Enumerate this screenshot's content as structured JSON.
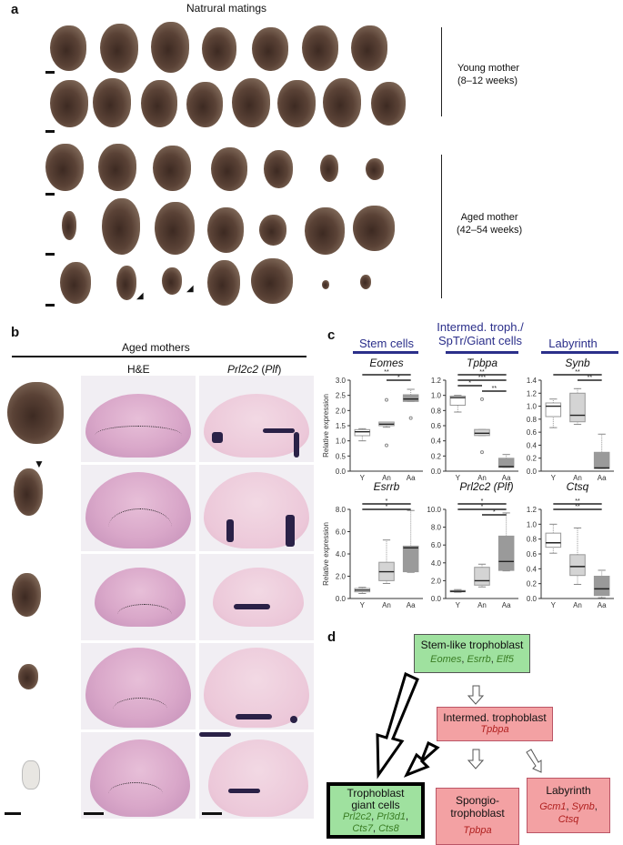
{
  "panel_a": {
    "label": "a",
    "title": "Natrural matings",
    "groups": [
      {
        "label_line1": "Young mother",
        "label_line2": "(8–12 weeks)",
        "rows": 2,
        "counts": [
          7,
          8
        ]
      },
      {
        "label_line1": "Aged mother",
        "label_line2": "(42–54 weeks)",
        "rows": 3,
        "counts": [
          7,
          7,
          7
        ]
      }
    ]
  },
  "panel_b": {
    "label": "b",
    "title": "Aged mothers",
    "col_he": "H&E",
    "col_isc_gene": "Prl2c2",
    "col_isc_alias": "Plf",
    "rows": 5
  },
  "panel_c": {
    "label": "c",
    "headers": [
      "Stem cells",
      "Intermed. troph./",
      "SpTr/Giant cells",
      "Labyrinth"
    ],
    "ylabel": "Relative expression",
    "groups": [
      "Y",
      "An",
      "Aa"
    ]
  },
  "panel_d": {
    "label": "d",
    "stem": {
      "title": "Stem-like trophoblast",
      "genes": [
        "Eomes",
        "Esrrb",
        "Elf5"
      ]
    },
    "intermed": {
      "title": "Intermed. trophoblast",
      "genes": [
        "Tpbpa"
      ]
    },
    "giant": {
      "title_line1": "Trophoblast",
      "title_line2": "giant cells",
      "genes_line1": [
        "Prl2c2",
        "Prl3d1"
      ],
      "genes_line2": [
        "Cts7",
        "Cts8"
      ]
    },
    "spongio": {
      "title_line1": "Spongio-",
      "title_line2": "trophoblast",
      "genes": [
        "Tpbpa"
      ]
    },
    "labyrinth": {
      "title": "Labyrinth",
      "genes_line1": [
        "Gcm1",
        "Synb"
      ],
      "genes_line2": [
        "Ctsq"
      ]
    }
  },
  "chart_data": [
    {
      "type": "box",
      "title": "Eomes",
      "group_header": "Stem cells",
      "categories": [
        "Y",
        "An",
        "Aa"
      ],
      "ylabel": "Relative expression",
      "ylim": [
        0,
        3.0
      ],
      "yticks": [
        "0.0",
        "0.5",
        "1.0",
        "1.5",
        "2.0",
        "2.5",
        "3.0"
      ],
      "series": [
        {
          "name": "Y",
          "min": 1.0,
          "q1": 1.17,
          "median": 1.3,
          "q3": 1.37,
          "max": 1.4,
          "outliers": []
        },
        {
          "name": "An",
          "min": 1.45,
          "q1": 1.5,
          "median": 1.55,
          "q3": 1.62,
          "max": 1.62,
          "outliers": [
            0.85,
            2.35
          ]
        },
        {
          "name": "Aa",
          "min": 2.3,
          "q1": 2.3,
          "median": 2.38,
          "q3": 2.52,
          "max": 2.7,
          "outliers": [
            1.75
          ]
        }
      ],
      "significance": [
        [
          "Y",
          "Aa",
          "**"
        ],
        [
          "An",
          "Aa",
          "*"
        ]
      ]
    },
    {
      "type": "box",
      "title": "Tpbpa",
      "group_header": "Intermed. troph./SpTr/Giant cells",
      "categories": [
        "Y",
        "An",
        "Aa"
      ],
      "ylim": [
        0,
        1.2
      ],
      "yticks": [
        "0.0",
        "0.2",
        "0.4",
        "0.6",
        "0.8",
        "1.0",
        "1.2"
      ],
      "series": [
        {
          "name": "Y",
          "min": 0.78,
          "q1": 0.87,
          "median": 0.97,
          "q3": 0.99,
          "max": 1.0,
          "outliers": []
        },
        {
          "name": "An",
          "min": 0.47,
          "q1": 0.47,
          "median": 0.5,
          "q3": 0.55,
          "max": 0.55,
          "outliers": [
            0.25,
            0.95
          ]
        },
        {
          "name": "Aa",
          "min": 0.05,
          "q1": 0.05,
          "median": 0.06,
          "q3": 0.17,
          "max": 0.22,
          "outliers": []
        }
      ],
      "significance": [
        [
          "Y",
          "Aa",
          "**"
        ],
        [
          "Y",
          "Aa",
          "***"
        ],
        [
          "Y",
          "An",
          "*"
        ],
        [
          "An",
          "Aa",
          "**"
        ]
      ]
    },
    {
      "type": "box",
      "title": "Synb",
      "group_header": "Labyrinth",
      "categories": [
        "Y",
        "An",
        "Aa"
      ],
      "ylim": [
        0,
        1.4
      ],
      "yticks": [
        "0.0",
        "0.2",
        "0.4",
        "0.6",
        "0.8",
        "1.0",
        "1.2",
        "1.4"
      ],
      "series": [
        {
          "name": "Y",
          "min": 0.67,
          "q1": 0.84,
          "median": 1.0,
          "q3": 1.05,
          "max": 1.11,
          "outliers": []
        },
        {
          "name": "An",
          "min": 0.72,
          "q1": 0.76,
          "median": 0.86,
          "q3": 1.2,
          "max": 1.27,
          "outliers": []
        },
        {
          "name": "Aa",
          "min": 0.04,
          "q1": 0.04,
          "median": 0.05,
          "q3": 0.29,
          "max": 0.57,
          "outliers": []
        }
      ],
      "significance": [
        [
          "Y",
          "Aa",
          "**"
        ],
        [
          "An",
          "Aa",
          "**"
        ]
      ]
    },
    {
      "type": "box",
      "title": "Esrrb",
      "categories": [
        "Y",
        "An",
        "Aa"
      ],
      "ylabel": "Relative expression",
      "ylim": [
        0,
        8.0
      ],
      "yticks": [
        "0.0",
        "2.0",
        "4.0",
        "6.0",
        "8.0"
      ],
      "series": [
        {
          "name": "Y",
          "min": 0.45,
          "q1": 0.6,
          "median": 0.75,
          "q3": 0.9,
          "max": 1.0,
          "outliers": []
        },
        {
          "name": "An",
          "min": 1.35,
          "q1": 1.6,
          "median": 2.4,
          "q3": 3.25,
          "max": 5.25,
          "outliers": []
        },
        {
          "name": "Aa",
          "min": 2.35,
          "q1": 2.4,
          "median": 4.55,
          "q3": 4.7,
          "max": 7.9,
          "outliers": []
        }
      ],
      "significance": [
        [
          "Y",
          "Aa",
          "*"
        ],
        [
          "Y",
          "Aa",
          "*"
        ]
      ]
    },
    {
      "type": "box",
      "title": "Prl2c2 (Plf)",
      "categories": [
        "Y",
        "An",
        "Aa"
      ],
      "ylim": [
        0,
        10.0
      ],
      "yticks": [
        "0.0",
        "2.0",
        "4.0",
        "6.0",
        "8.0",
        "10.0"
      ],
      "series": [
        {
          "name": "Y",
          "min": 0.7,
          "q1": 0.75,
          "median": 0.8,
          "q3": 0.9,
          "max": 1.0,
          "outliers": []
        },
        {
          "name": "An",
          "min": 1.3,
          "q1": 1.5,
          "median": 2.0,
          "q3": 3.5,
          "max": 3.85,
          "outliers": []
        },
        {
          "name": "Aa",
          "min": 3.1,
          "q1": 3.15,
          "median": 4.15,
          "q3": 7.0,
          "max": 9.6,
          "outliers": []
        }
      ],
      "significance": [
        [
          "Y",
          "Aa",
          "*"
        ],
        [
          "Y",
          "Aa",
          "*"
        ],
        [
          "An",
          "Aa",
          "*"
        ]
      ]
    },
    {
      "type": "box",
      "title": "Ctsq",
      "categories": [
        "Y",
        "An",
        "Aa"
      ],
      "ylim": [
        0,
        1.2
      ],
      "yticks": [
        "0.0",
        "0.2",
        "0.4",
        "0.6",
        "0.8",
        "1.0",
        "1.2"
      ],
      "series": [
        {
          "name": "Y",
          "min": 0.61,
          "q1": 0.69,
          "median": 0.75,
          "q3": 0.88,
          "max": 1.0,
          "outliers": []
        },
        {
          "name": "An",
          "min": 0.19,
          "q1": 0.31,
          "median": 0.43,
          "q3": 0.59,
          "max": 0.95,
          "outliers": []
        },
        {
          "name": "Aa",
          "min": 0.01,
          "q1": 0.04,
          "median": 0.13,
          "q3": 0.3,
          "max": 0.38,
          "outliers": []
        }
      ],
      "significance": [
        [
          "Y",
          "Aa",
          "**"
        ],
        [
          "Y",
          "Aa",
          "**"
        ]
      ]
    }
  ]
}
